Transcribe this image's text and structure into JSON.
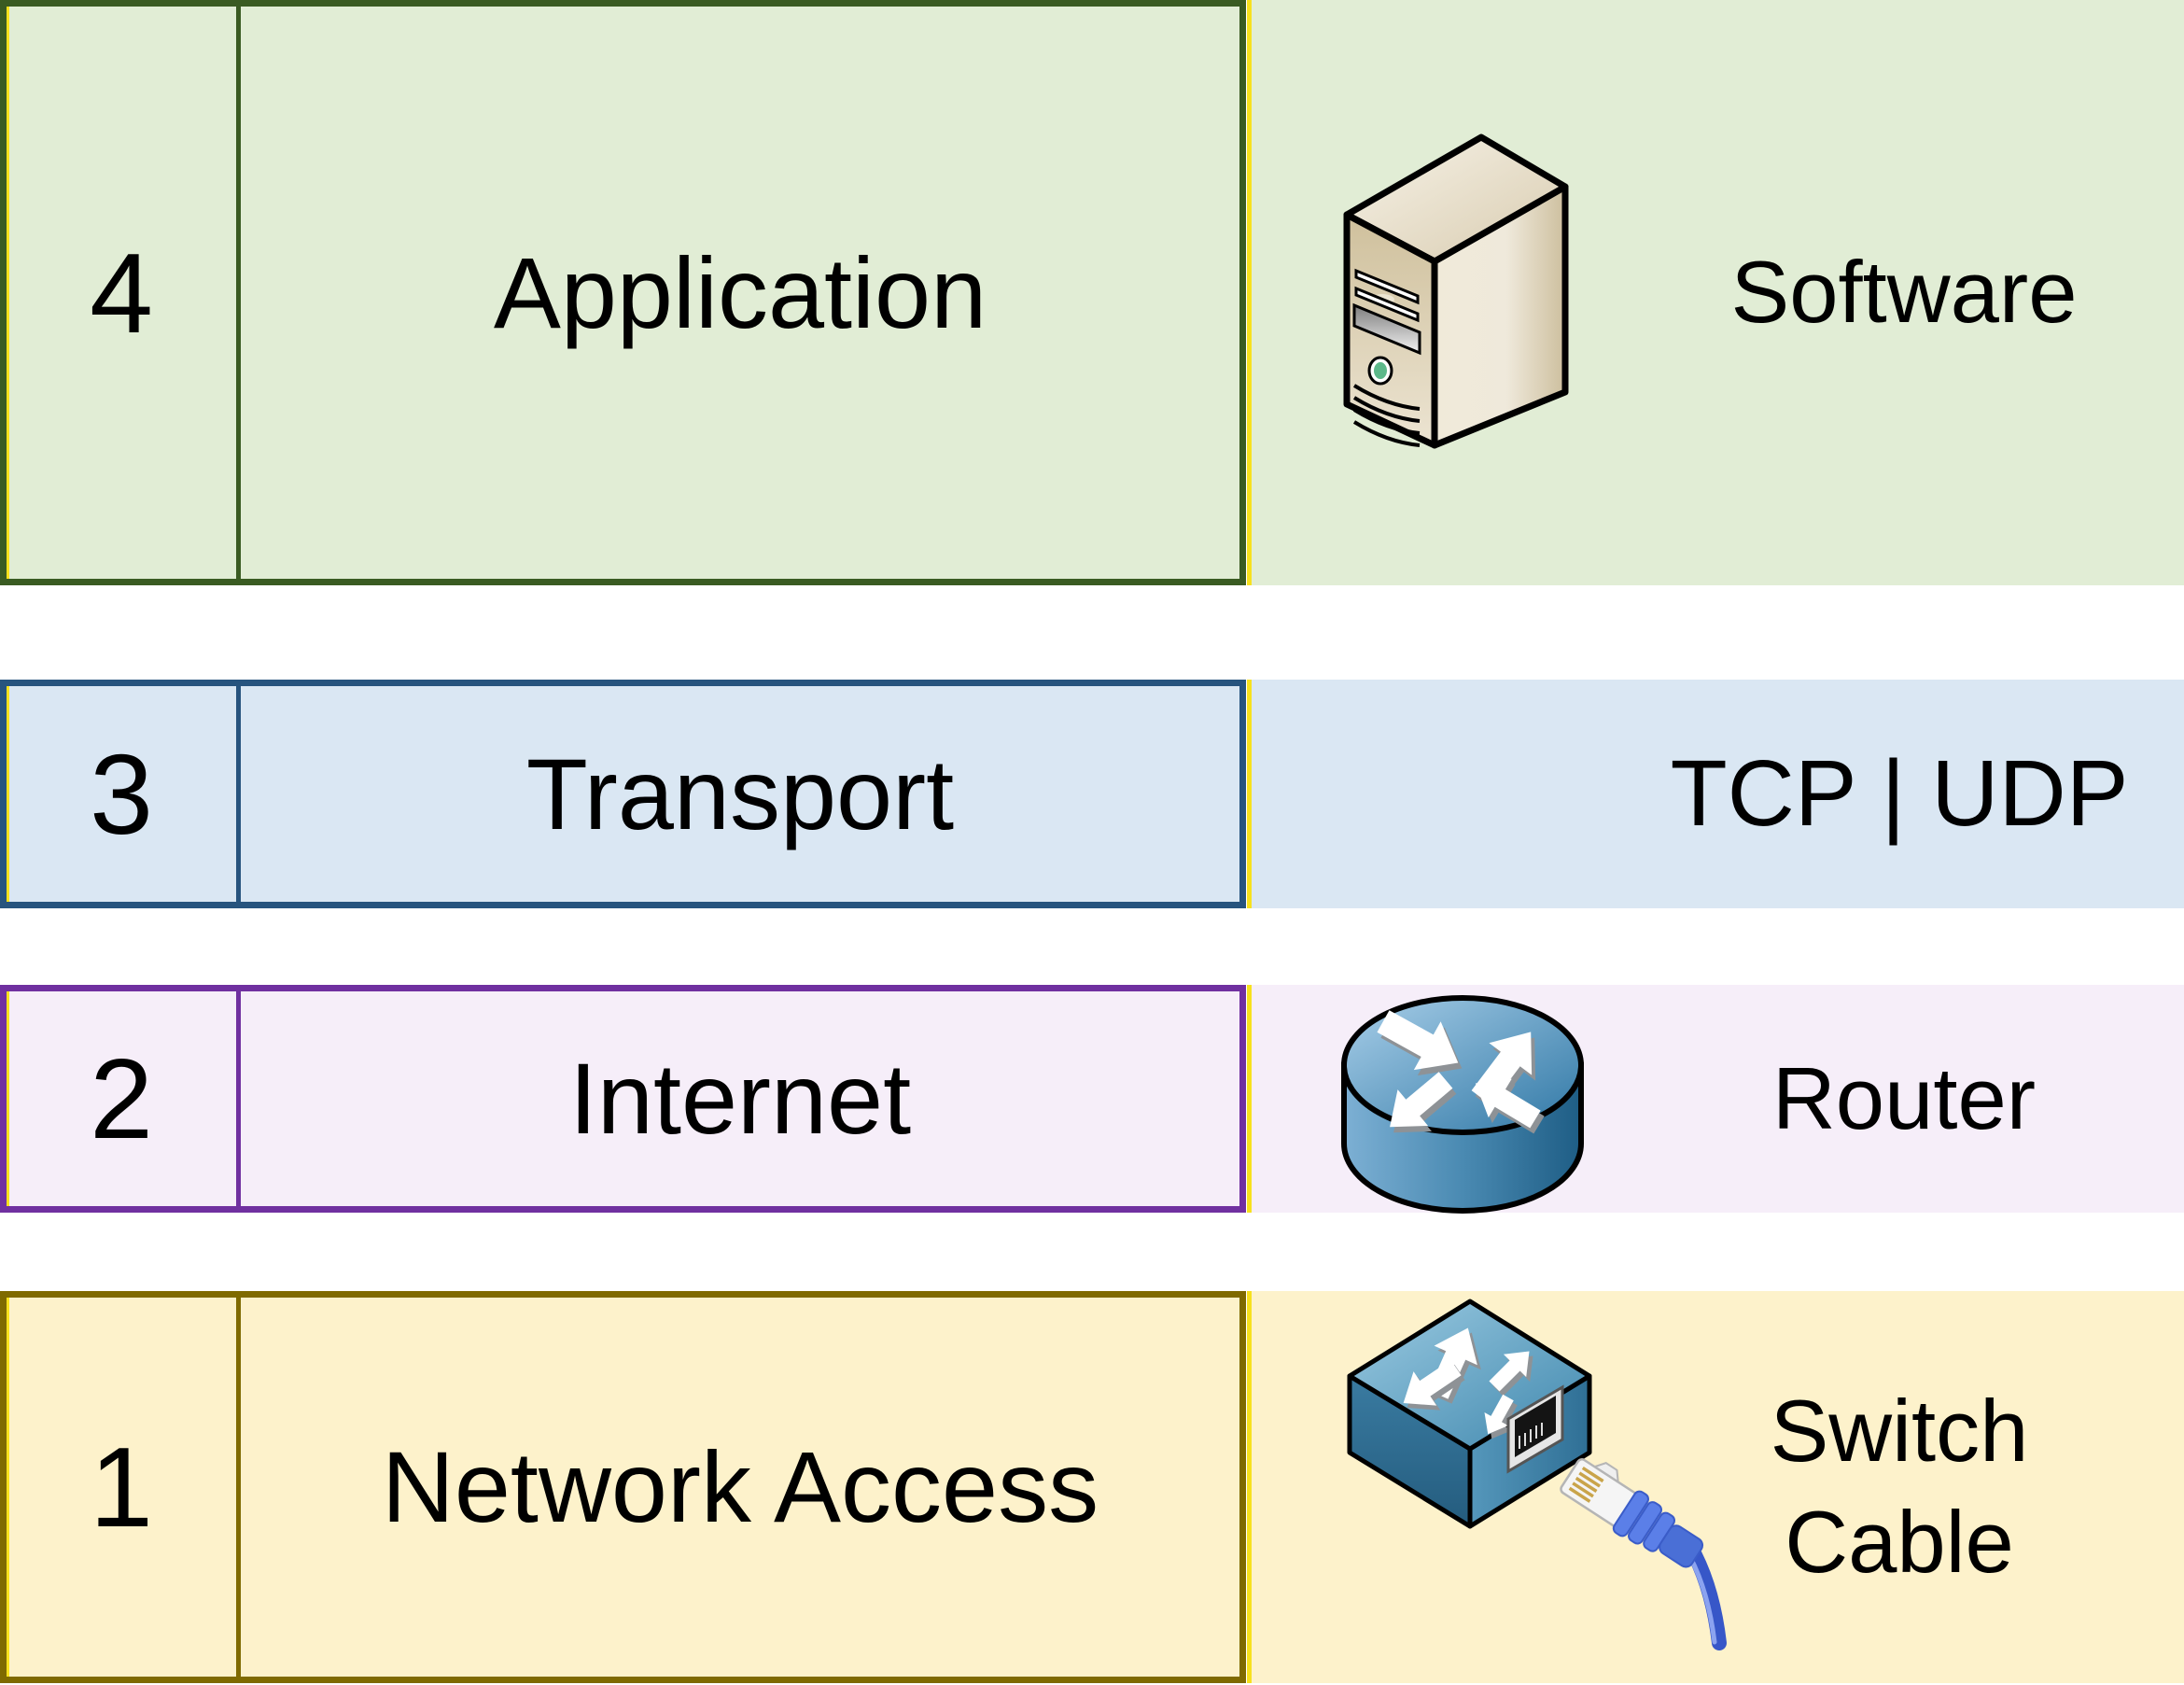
{
  "accent_edge_color": "#f7e11e",
  "layers": [
    {
      "number": "4",
      "label": "Application",
      "right_label": "Software",
      "icon": "server-icon",
      "colors": {
        "bg": "#e1edd5",
        "border": "#3a5b22"
      }
    },
    {
      "number": "3",
      "label": "Transport",
      "right_label": "TCP | UDP",
      "colors": {
        "bg": "#dae7f3",
        "border": "#27547e"
      }
    },
    {
      "number": "2",
      "label": "Internet",
      "right_label": "Router",
      "icon": "router-icon",
      "colors": {
        "bg": "#f6eef9",
        "border": "#7030a0"
      }
    },
    {
      "number": "1",
      "label": "Network Access",
      "right_label_line1": "Switch",
      "right_label_line2": "Cable",
      "icon": "switch-cable-icon",
      "colors": {
        "bg": "#fdf2cb",
        "border": "#7f6a00"
      }
    }
  ]
}
